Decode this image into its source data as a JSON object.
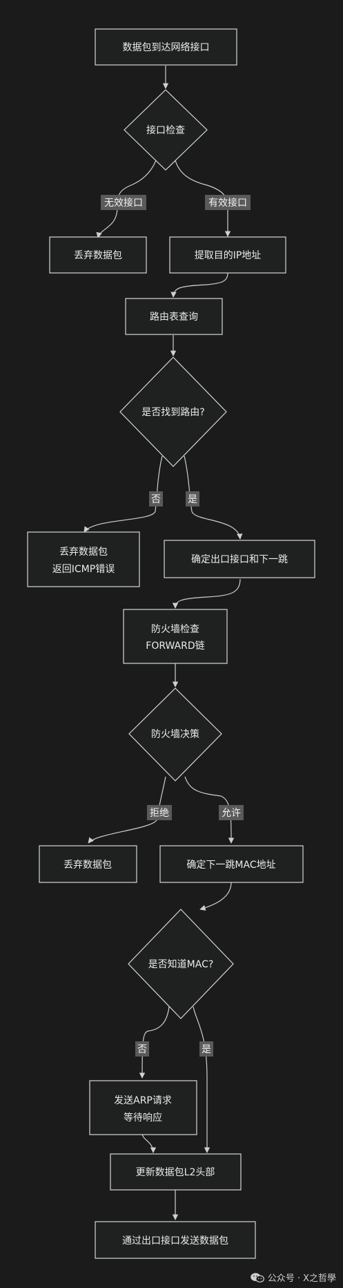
{
  "nodes": {
    "arrive": "数据包到达网络接口",
    "iface_check": "接口检查",
    "drop1": "丢弃数据包",
    "extract_ip": "提取目的IP地址",
    "route_lookup": "路由表查询",
    "route_found": "是否找到路由?",
    "drop_icmp_1": "丢弃数据包",
    "drop_icmp_2": "返回ICMP错误",
    "determine_hop": "确定出口接口和下一跳",
    "fw_check_1": "防火墙检查",
    "fw_check_2": "FORWARD链",
    "fw_decision": "防火墙决策",
    "drop2": "丢弃数据包",
    "next_hop_mac": "确定下一跳MAC地址",
    "know_mac": "是否知道MAC?",
    "arp_1": "发送ARP请求",
    "arp_2": "等待响应",
    "update_l2": "更新数据包L2头部",
    "send_out": "通过出口接口发送数据包"
  },
  "edge_labels": {
    "invalid": "无效接口",
    "valid": "有效接口",
    "route_no": "否",
    "route_yes": "是",
    "reject": "拒绝",
    "allow": "允许",
    "mac_no": "否",
    "mac_yes": "是"
  },
  "footer": {
    "icon": "wechat-icon",
    "text": "公众号 · X之哲學"
  }
}
